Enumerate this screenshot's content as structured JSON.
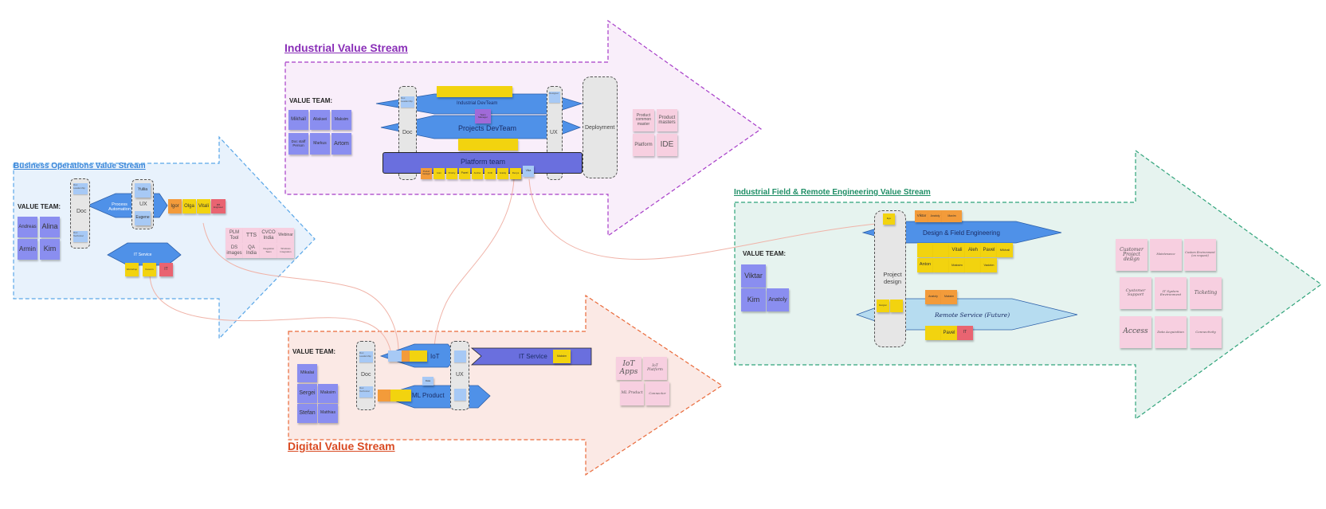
{
  "colors": {
    "business_stream": "#5aa7e8",
    "industrial_stream": "#a63cc8",
    "digital_stream": "#e96a3a",
    "field_stream": "#2fa37a",
    "team_diamond": "#4f91e8",
    "platform_bar": "#6a6fde",
    "connector": "#f0b3a8"
  },
  "business": {
    "title": "Business Operations Value Stream",
    "value_team_label": "VALUE TEAM:",
    "members": [
      "Andreas",
      "Alina",
      "Armin",
      "Kim"
    ],
    "doc_label": "Doc",
    "doc_notes": [
      "Doc Leadership",
      "Doc Technical"
    ],
    "ux_label": "UX",
    "ux_members": [
      "Yuliia",
      "Eugene"
    ],
    "process_team": "Process Automation",
    "process_members": [
      "Igor",
      "Olga",
      "Vitali",
      "MB Engineer"
    ],
    "it_service": "IT Service",
    "it_members": [
      "Workshop",
      "Kosmin",
      "IT"
    ],
    "tools": [
      "PLM Tool",
      "TTS",
      "CVCO India",
      "Webinar",
      "DS images",
      "QA India",
      "Integration Team",
      "Windows Integration"
    ]
  },
  "industrial": {
    "title": "Industrial Value Stream",
    "value_team_label": "VALUE TEAM:",
    "members": [
      "Mikhail",
      "Aliaksei",
      "Maksim",
      "Doc staff Person",
      "Markus",
      "Artom"
    ],
    "doc_label": "Doc",
    "doc_notes": [
      "Doc Leadership",
      "Doc Technical"
    ],
    "ux_label": "UX",
    "ux_notes": [
      "Designer",
      "Usability"
    ],
    "industrial_devteam": "Industrial DevTeam",
    "projects_devteam": "Projects DevTeam",
    "platform_team": "Platform team",
    "manager_note": "Team Manager",
    "platform_members": [
      "Product manager",
      "Ivan",
      "Dmitry",
      "Pavel",
      "Andrei",
      "Kirill",
      "Anatoly",
      "Sergei",
      "Denys",
      "Vika"
    ],
    "deployment": "Deployment",
    "product_notes": [
      "Product common master",
      "Product masters",
      "Platform",
      "IDE"
    ]
  },
  "digital": {
    "title": "Digital Value Stream",
    "value_team_label": "VALUE TEAM:",
    "members": [
      "Mikalai",
      "Sergei",
      "Maksim",
      "Stefan",
      "Matthias"
    ],
    "doc_label": "Doc",
    "doc_notes": [
      "Doc Leadership",
      "Doc Technical"
    ],
    "ux_label": "UX",
    "iot_team": "IoT",
    "ml_team": "ML Product",
    "data_note": "Data",
    "it_service": "IT Service",
    "it_member": "Maksim",
    "product_notes": [
      "IoT Apps",
      "IoT Platform",
      "ML Product",
      "Connector"
    ]
  },
  "field": {
    "title": "Industrial Field & Remote Engineering Value Stream",
    "value_team_label": "VALUE TEAM:",
    "members": [
      "Viktar",
      "Kim",
      "Anatoly"
    ],
    "project_design": "Project design",
    "project_notes": [
      "Eye",
      "Designer"
    ],
    "design_team": "Design & Field Engineering",
    "top_members": [
      "Viktar",
      "Anatoly",
      "Maxim"
    ],
    "design_members": [
      "Vitali",
      "Aleh",
      "Pavel",
      "Mikhail",
      "Anton",
      "Maksim",
      "Vadzim"
    ],
    "remote_members_top": [
      "Anatoly",
      "Maksim"
    ],
    "remote_team": "Remote Service (Future)",
    "remote_members": [
      "Pavel",
      "IT"
    ],
    "product_notes": [
      "Customer Project design",
      "Maintenance",
      "Custom Environment (on request)",
      "Customer Support",
      "IT System Environment",
      "Ticketing",
      "Access",
      "Data Acquisition",
      "Connectivity"
    ]
  }
}
